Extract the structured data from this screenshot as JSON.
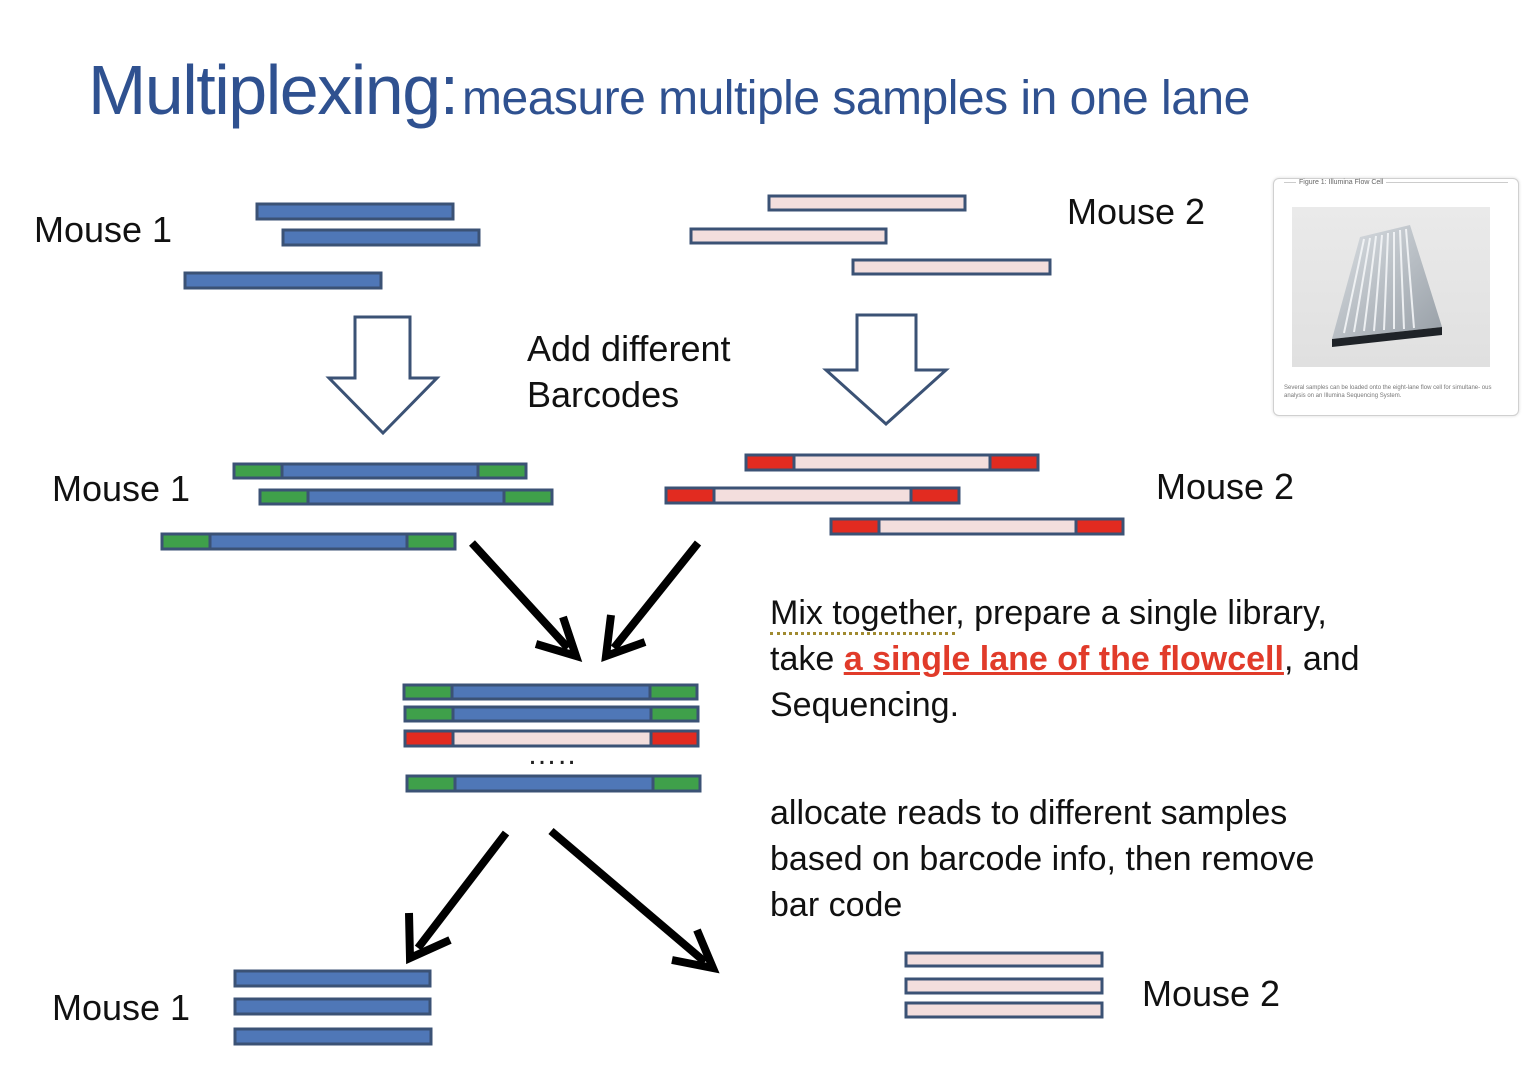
{
  "title": {
    "main": "Multiplexing:",
    "sub": "measure multiple samples in one lane"
  },
  "labels": {
    "mouse1_top": "Mouse 1",
    "mouse2_top": "Mouse 2",
    "mouse1_mid": "Mouse 1",
    "mouse2_mid": "Mouse 2",
    "mouse1_bottom": "Mouse 1",
    "mouse2_bottom": "Mouse 2",
    "add_barcodes_line1": "Add different",
    "add_barcodes_line2": "Barcodes",
    "ellipsis": "….."
  },
  "mix_text": {
    "part1": "Mix together",
    "part2": ", prepare a single library,",
    "part3": "take ",
    "highlight": "a single lane of the flowcell",
    "part4": ", and",
    "part5": "Sequencing."
  },
  "allocate_text": {
    "line1": "allocate reads to different samples",
    "line2": "based on barcode info, then remove",
    "line3": "bar code"
  },
  "thumbnail": {
    "title": "Figure 1: Illumina Flow Cell",
    "caption": "Several samples can be loaded onto the eight-lane flow cell for simultane- ous analysis on an Illumina Sequencing System."
  },
  "colors": {
    "title": "#2f5190",
    "read_blue": "#4f77b7",
    "read_outline": "#3b5275",
    "read_pink": "#f3dedd",
    "barcode_green": "#3fa04a",
    "barcode_red": "#e22b20",
    "highlight_red": "#e13b2a"
  }
}
